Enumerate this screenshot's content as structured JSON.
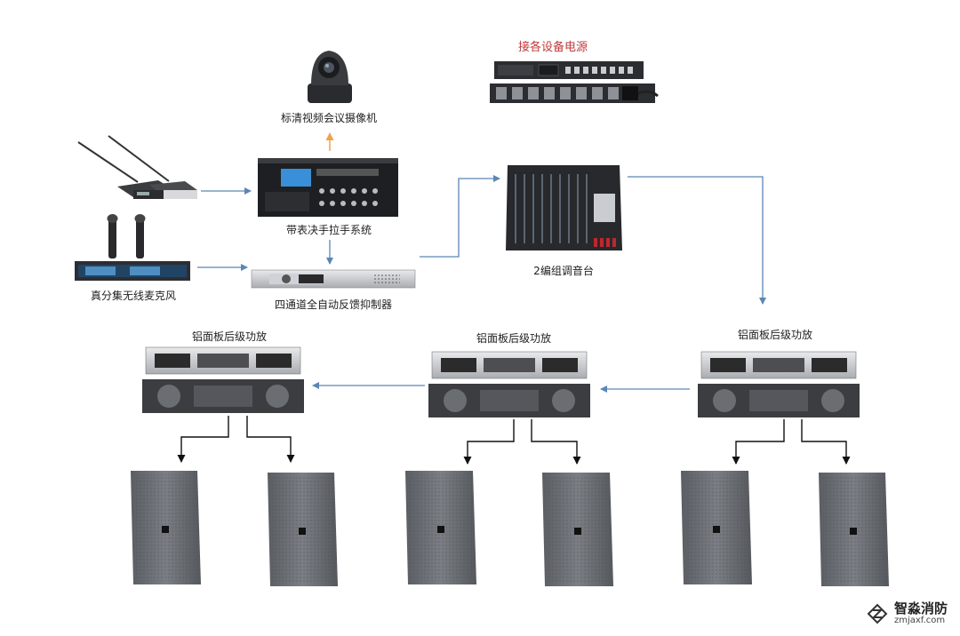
{
  "labels": {
    "power": "接各设备电源",
    "camera": "标清视频会议摄像机",
    "conference": "带表决手拉手系统",
    "wireless_mic": "真分集无线麦克风",
    "feedback": "四通道全自动反馈抑制器",
    "mixer": "2编组调音台",
    "amp_left": "铝面板后级功放",
    "amp_mid": "铝面板后级功放",
    "amp_right": "铝面板后级功放"
  },
  "watermark": {
    "name": "智淼消防",
    "url": "zmjaxf.com"
  },
  "colors": {
    "signal_line": "#5b86b5",
    "camera_arrow": "#f0a24a",
    "speaker_line": "#111111",
    "power_label": "#c0393b"
  }
}
